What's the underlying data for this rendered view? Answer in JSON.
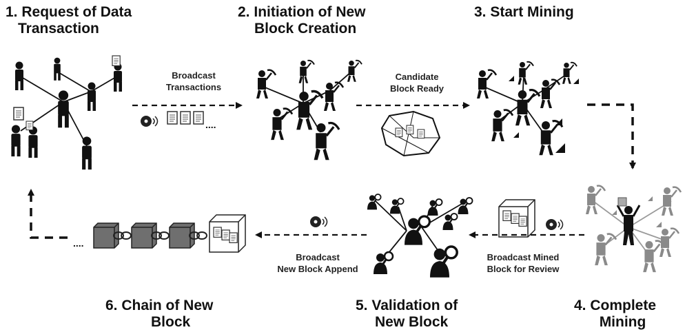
{
  "steps": [
    {
      "number": "1.",
      "title_line1": "Request of Data",
      "title_line2": "Transaction"
    },
    {
      "number": "2.",
      "title_line1": "Initiation of New",
      "title_line2": "Block Creation"
    },
    {
      "number": "3.",
      "title_line1": "Start Mining",
      "title_line2": ""
    },
    {
      "number": "4.",
      "title_line1": "Complete",
      "title_line2": "Mining"
    },
    {
      "number": "5.",
      "title_line1": "Validation of",
      "title_line2": "New Block"
    },
    {
      "number": "6.",
      "title_line1": "Chain of New",
      "title_line2": "Block"
    }
  ],
  "arrows": {
    "a1_line1": "Broadcast",
    "a1_line2": "Transactions",
    "a2_line1": "Candidate",
    "a2_line2": "Block Ready",
    "a4_line1": "Broadcast Mined",
    "a4_line2": "Block for Review",
    "a5_line1": "Broadcast",
    "a5_line2": "New Block Append"
  },
  "ellipsis": "....",
  "colors": {
    "ink": "#111111",
    "gray": "#8a8a8a",
    "block": "#6f6f6f"
  }
}
